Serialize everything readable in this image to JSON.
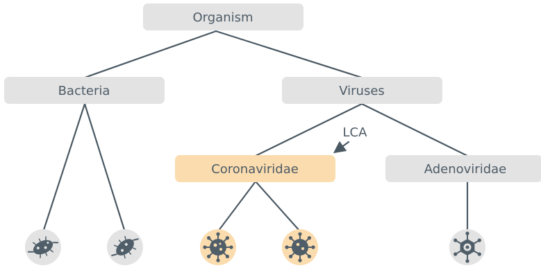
{
  "nodes": {
    "organism": "Organism",
    "bacteria": "Bacteria",
    "viruses": "Viruses",
    "coronaviridae": "Coronaviridae",
    "adenoviridae": "Adenoviridae"
  },
  "annotation": {
    "lca": "LCA"
  },
  "leaves": {
    "bacterium_1": "bacterium-icon",
    "bacterium_2": "bacterium-icon",
    "coronavirus_1": "coronavirus-icon",
    "coronavirus_2": "coronavirus-icon",
    "adenovirus_1": "adenovirus-icon"
  },
  "colors": {
    "node_fill": "#e3e3e3",
    "highlight_fill": "#fbdcae",
    "text": "#4d5b66",
    "line": "#4a5862"
  }
}
